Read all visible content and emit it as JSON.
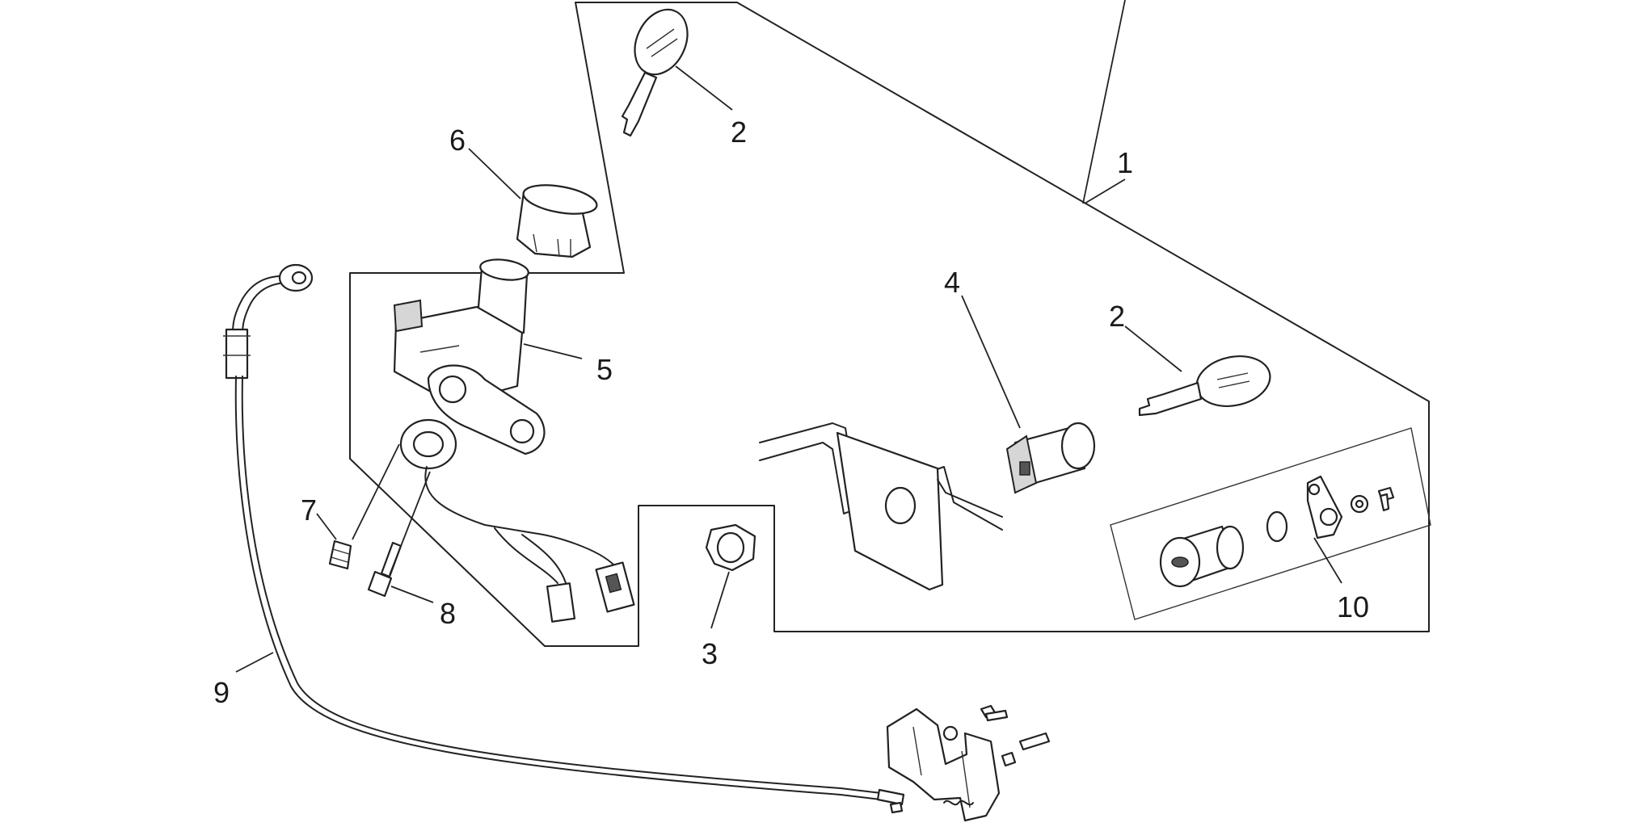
{
  "callouts": [
    {
      "id": "1",
      "label": "1"
    },
    {
      "id": "2a",
      "label": "2"
    },
    {
      "id": "2b",
      "label": "2"
    },
    {
      "id": "3",
      "label": "3"
    },
    {
      "id": "4",
      "label": "4"
    },
    {
      "id": "5",
      "label": "5"
    },
    {
      "id": "6",
      "label": "6"
    },
    {
      "id": "7",
      "label": "7"
    },
    {
      "id": "8",
      "label": "8"
    },
    {
      "id": "9",
      "label": "9"
    },
    {
      "id": "10",
      "label": "10"
    }
  ]
}
